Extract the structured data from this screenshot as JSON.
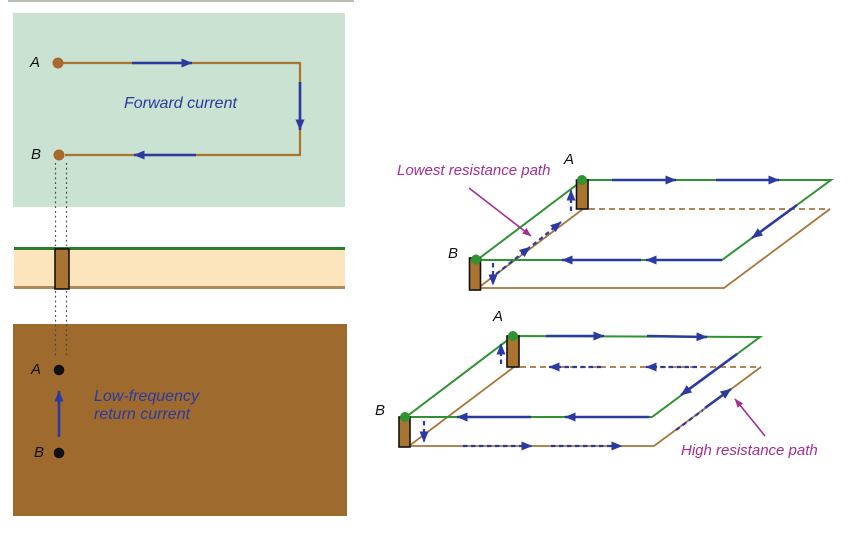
{
  "colors": {
    "panel_green": "#c9e2d1",
    "panel_cream": "#fce4bc",
    "panel_brown": "#9f6a2e",
    "strip_green": "#2a7d2b",
    "strip_tan": "#ad8a5c",
    "plane_green": "#2f9331",
    "trace_brown": "#a9742f",
    "pad_brown": "#a9692e",
    "line_brown": "#a8763a",
    "current_blue": "#2b3aa0",
    "annotation_magenta": "#a62c93"
  },
  "left_figure": {
    "top_panel": {
      "point_a": "A",
      "point_b": "B",
      "caption": "Forward current"
    },
    "bottom_panel": {
      "point_a": "A",
      "point_b": "B",
      "caption_line1": "Low-frequency",
      "caption_line2": "return current"
    }
  },
  "right_figure": {
    "top_diagram": {
      "point_a": "A",
      "point_b": "B",
      "annotation": "Lowest resistance path"
    },
    "bottom_diagram": {
      "point_a": "A",
      "point_b": "B",
      "annotation": "High resistance path"
    }
  }
}
